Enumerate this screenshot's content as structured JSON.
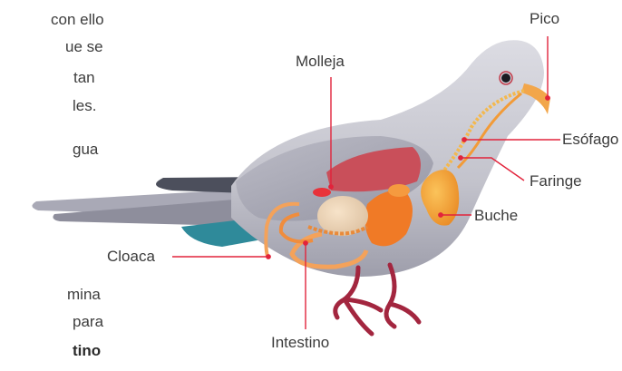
{
  "text_fragments": [
    "con ello",
    "ue se",
    "tan",
    "les.",
    "gua",
    "mina",
    "para",
    "tino"
  ],
  "labels": {
    "pico": "Pico",
    "molleja": "Molleja",
    "esofago": "Esófago",
    "faringe": "Faringe",
    "buche": "Buche",
    "cloaca": "Cloaca",
    "intestino": "Intestino"
  },
  "colors": {
    "leader_line": "#e2233b",
    "body": "#c9c9d1",
    "digestive_tract": "#f39a3b",
    "feet": "#a3263f"
  }
}
